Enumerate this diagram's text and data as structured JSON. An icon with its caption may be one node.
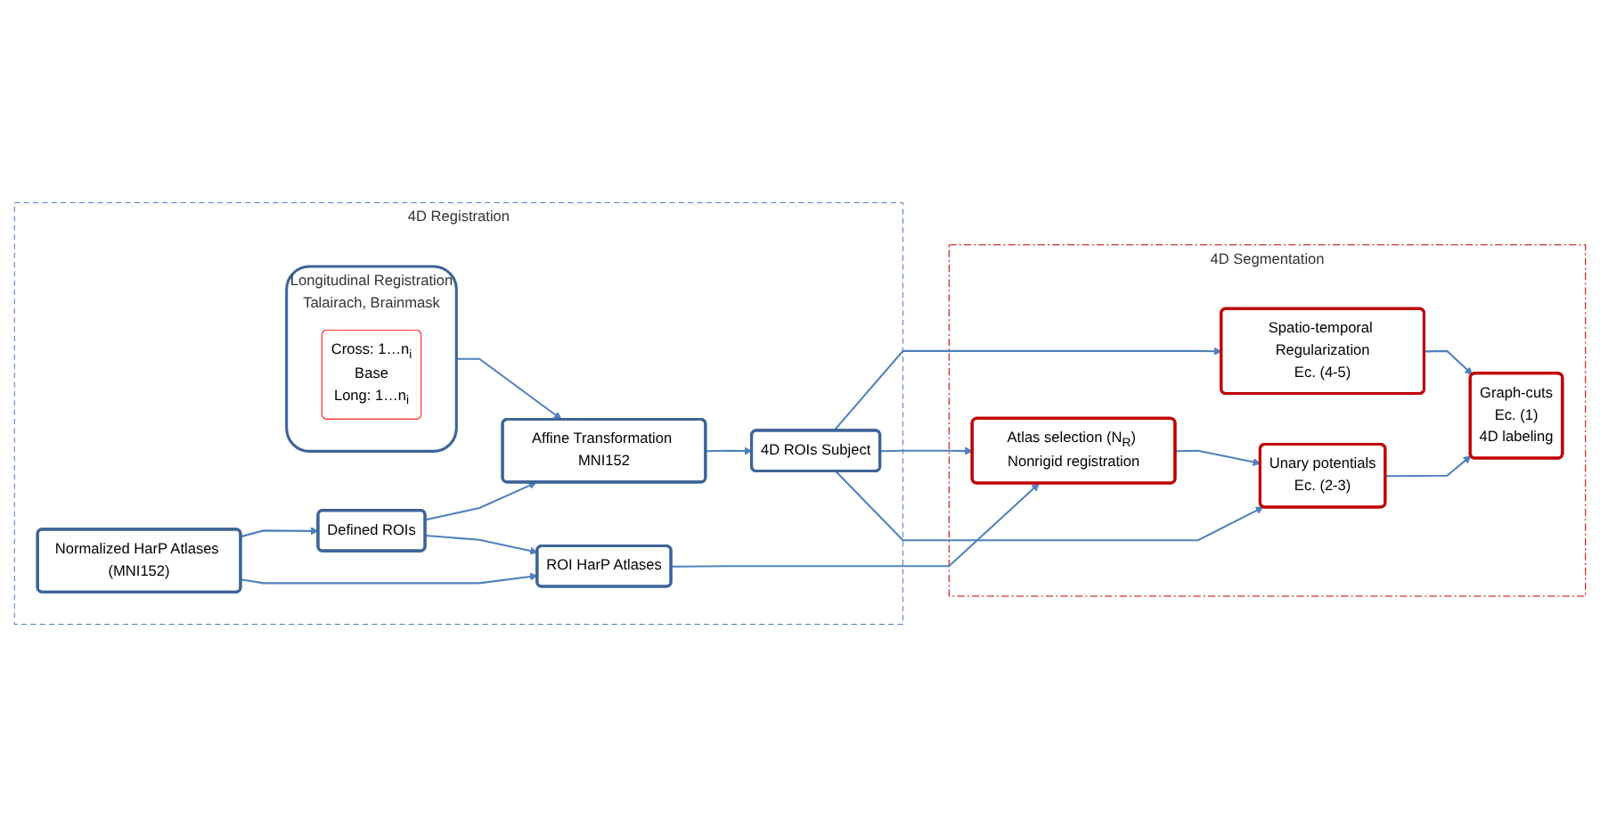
{
  "diagram": {
    "nodes": [
      {
        "text": [
          "4D Registration"
        ]
      },
      {
        "text": [
          "4D Segmentation"
        ]
      },
      {
        "text": [
          "Longitudinal Registration",
          "Talairach, Brainmask"
        ],
        "in": 0
      },
      {
        "text": [
          "Cross: 1…n$_{i}$",
          "Base",
          "Long: 1…n$_{i}$"
        ],
        "in": 2
      },
      {
        "text": [
          "Affine Transformation MNI152"
        ],
        "in": 0
      },
      {
        "text": [
          "4D ROIs Subject"
        ],
        "in": 0
      },
      {
        "text": [
          "Spatio-temporal Regularization",
          "Ec. (4-5)"
        ],
        "in": 1
      },
      {
        "text": [
          "Graph-cuts",
          "Ec. (1)",
          "4D labeling"
        ],
        "in": 1
      },
      {
        "text": [
          "Normalized HarP Atlases (MNI152)"
        ],
        "in": 0
      },
      {
        "text": [
          "Defined ROIs"
        ],
        "in": 0
      },
      {
        "text": [
          "Atlas selection (N$_{R}$) Nonrigid registration"
        ],
        "in": 1
      },
      {
        "text": [
          "Unary potentials",
          "Ec. (2-3)"
        ],
        "in": 1
      },
      {
        "text": [
          "ROI HarP Atlases"
        ],
        "in": 0
      }
    ],
    "edges": [
      {
        "from": 2,
        "to": 4,
        "arrow": "to"
      },
      {
        "from": 4,
        "to": 5,
        "arrow": "to"
      },
      {
        "from": 5,
        "to": 6,
        "arrow": "to"
      },
      {
        "from": 6,
        "to": 7,
        "arrow": "to"
      },
      {
        "from": 5,
        "to": 10,
        "arrow": "to"
      },
      {
        "from": 5,
        "to": 11,
        "arrow": "to"
      },
      {
        "from": 8,
        "to": 9,
        "arrow": "to"
      },
      {
        "from": 8,
        "to": 12,
        "arrow": "to"
      },
      {
        "from": 9,
        "to": 4,
        "arrow": "to"
      },
      {
        "from": 9,
        "to": 12,
        "arrow": "to"
      },
      {
        "from": 12,
        "to": 10,
        "arrow": "to"
      },
      {
        "from": 10,
        "to": 11,
        "arrow": "to"
      },
      {
        "from": 11,
        "to": 7,
        "arrow": "to"
      }
    ]
  }
}
